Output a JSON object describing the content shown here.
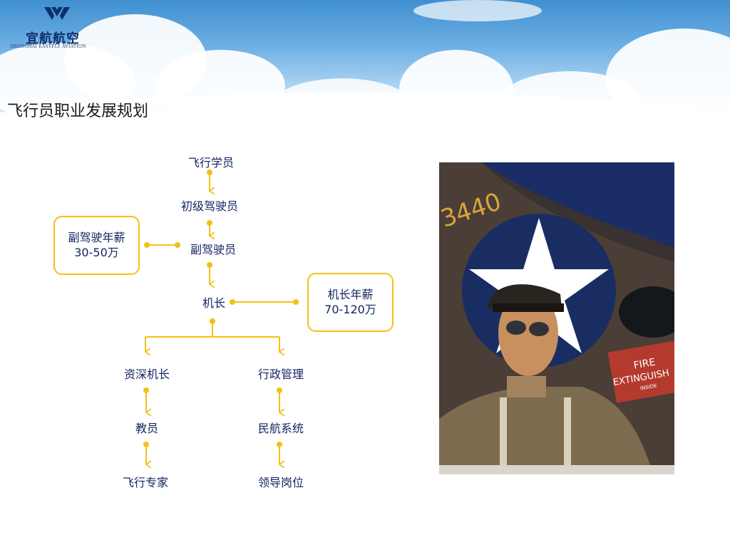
{
  "brand": {
    "name_cn": "宜航航空",
    "name_en": "SHANGHAI EASYFLY AVIATION"
  },
  "page": {
    "title": "飞行员职业发展规划"
  },
  "flowchart": {
    "nodes": {
      "trainee": "飞行学员",
      "junior_pilot": "初级驾驶员",
      "copilot": "副驾驶员",
      "captain": "机长",
      "senior_captain": "资深机长",
      "instructor": "教员",
      "flight_expert": "飞行专家",
      "administration": "行政管理",
      "civil_aviation_system": "民航系统",
      "leadership": "领导岗位"
    },
    "salary_notes": {
      "copilot_line1": "副驾驶年薪",
      "copilot_line2": "30-50万",
      "captain_line1": "机长年薪",
      "captain_line2": "70-120万"
    }
  },
  "photo": {
    "aircraft_number": "3440",
    "sign_line1": "FIRE",
    "sign_line2": "EXTINGUISH",
    "sign_line3": "INSIDE"
  },
  "colors": {
    "accent": "#f4c018",
    "text": "#12235f",
    "title": "#1a1a1a",
    "brand": "#0e2f6b"
  }
}
